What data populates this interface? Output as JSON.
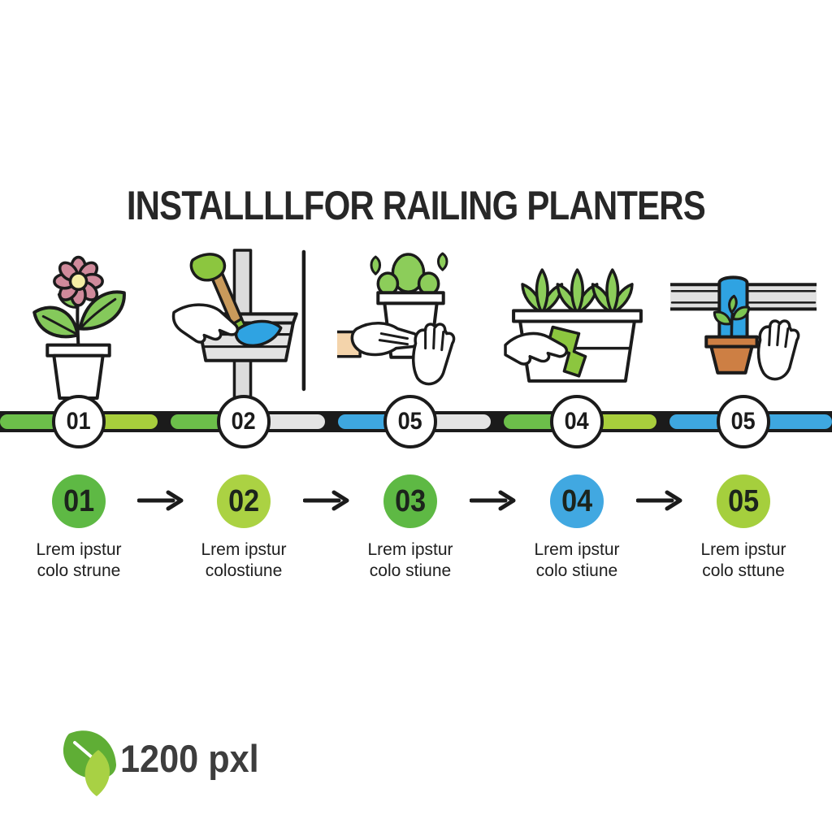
{
  "title": "INSTALLLLFOR RAILING PLANTERS",
  "timeline": {
    "track_color": "#1b1b1b",
    "markers": [
      "01",
      "02",
      "05",
      "04",
      "05"
    ],
    "segments": [
      "#6cbf4a",
      "#a8ce3c",
      "#6cbf4a",
      "#e4e4e4",
      "#3ea7e0",
      "#e4e4e4",
      "#6cbf4a",
      "#a8ce3c",
      "#3ea7e0",
      "#3ea7e0"
    ]
  },
  "steps": [
    {
      "number": "01",
      "circle_color": "#5eb944",
      "icon": "potted-flower-icon",
      "caption_line1": "Lrem ipstur",
      "caption_line2": "colo strune"
    },
    {
      "number": "02",
      "circle_color": "#abd243",
      "icon": "trowel-planter-icon",
      "caption_line1": "Lrem ipstur",
      "caption_line2": "colostiune"
    },
    {
      "number": "03",
      "circle_color": "#5eb944",
      "icon": "hands-holding-pot-icon",
      "caption_line1": "Lrem ipstur",
      "caption_line2": "colo stiune"
    },
    {
      "number": "04",
      "circle_color": "#41a8e1",
      "icon": "planter-bracket-icon",
      "caption_line1": "Lrem ipstur",
      "caption_line2": "colo stiune"
    },
    {
      "number": "05",
      "circle_color": "#a5cf3d",
      "icon": "hanging-pot-rail-icon",
      "caption_line1": "Lrem ipstur",
      "caption_line2": "colo sttune"
    }
  ],
  "arrow_glyph": "→",
  "footer": {
    "brand_text": "1200 pxl",
    "logo_icon": "leaf-logo-icon"
  }
}
